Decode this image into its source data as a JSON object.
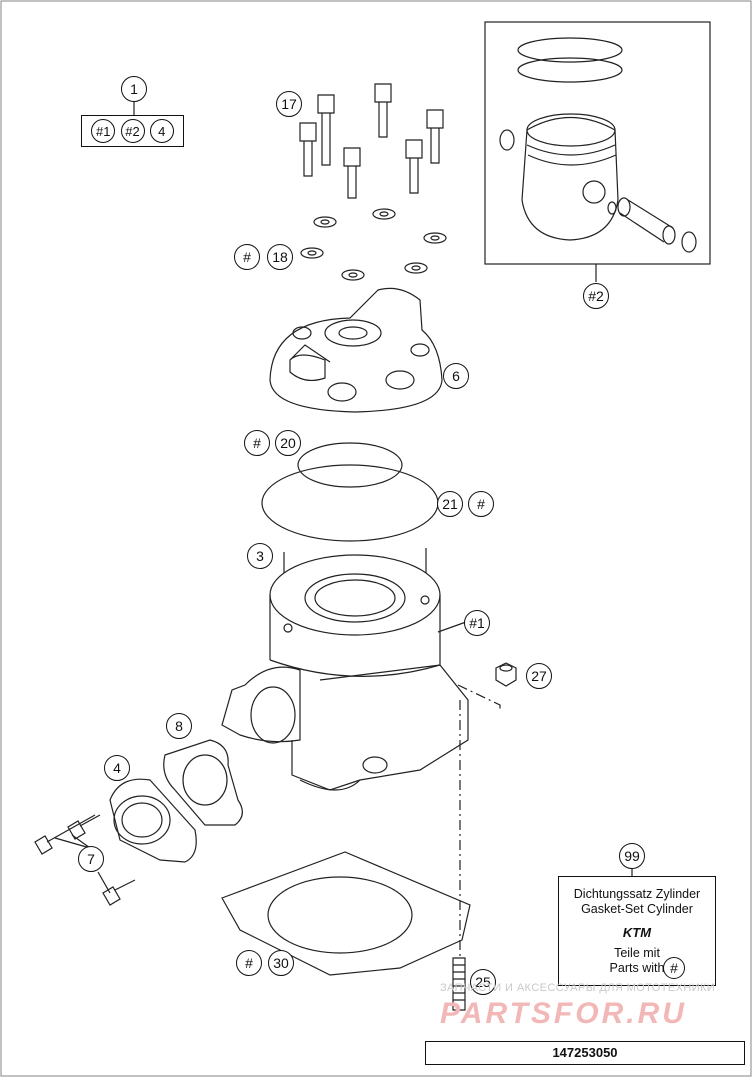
{
  "callouts": {
    "c1": "1",
    "c1_a": "#1",
    "c1_b": "#2",
    "c1_c": "4",
    "c17": "17",
    "c18_hash": "#",
    "c18": "18",
    "c2": "#2",
    "c6": "6",
    "c20_hash": "#",
    "c20": "20",
    "c21": "21",
    "c21_hash": "#",
    "c3": "3",
    "c_cyl": "#1",
    "c27": "27",
    "c8": "8",
    "c4": "4",
    "c7": "7",
    "c99": "99",
    "c30_hash": "#",
    "c30": "30",
    "c25": "25"
  },
  "gasket_box": {
    "line1": "Dichtungssatz Zylinder",
    "line2": "Gasket-Set Cylinder",
    "logo": "KTM",
    "line3": "Teile mit",
    "line4": "Parts with",
    "mark": "#"
  },
  "watermark": {
    "line1": "ЗАПЧАСТИ И АКСЕССУАРЫ ДЛЯ МОТОТЕХНИКИ",
    "line2": "PARTSFOR.RU"
  },
  "diagram_id": "147253050"
}
